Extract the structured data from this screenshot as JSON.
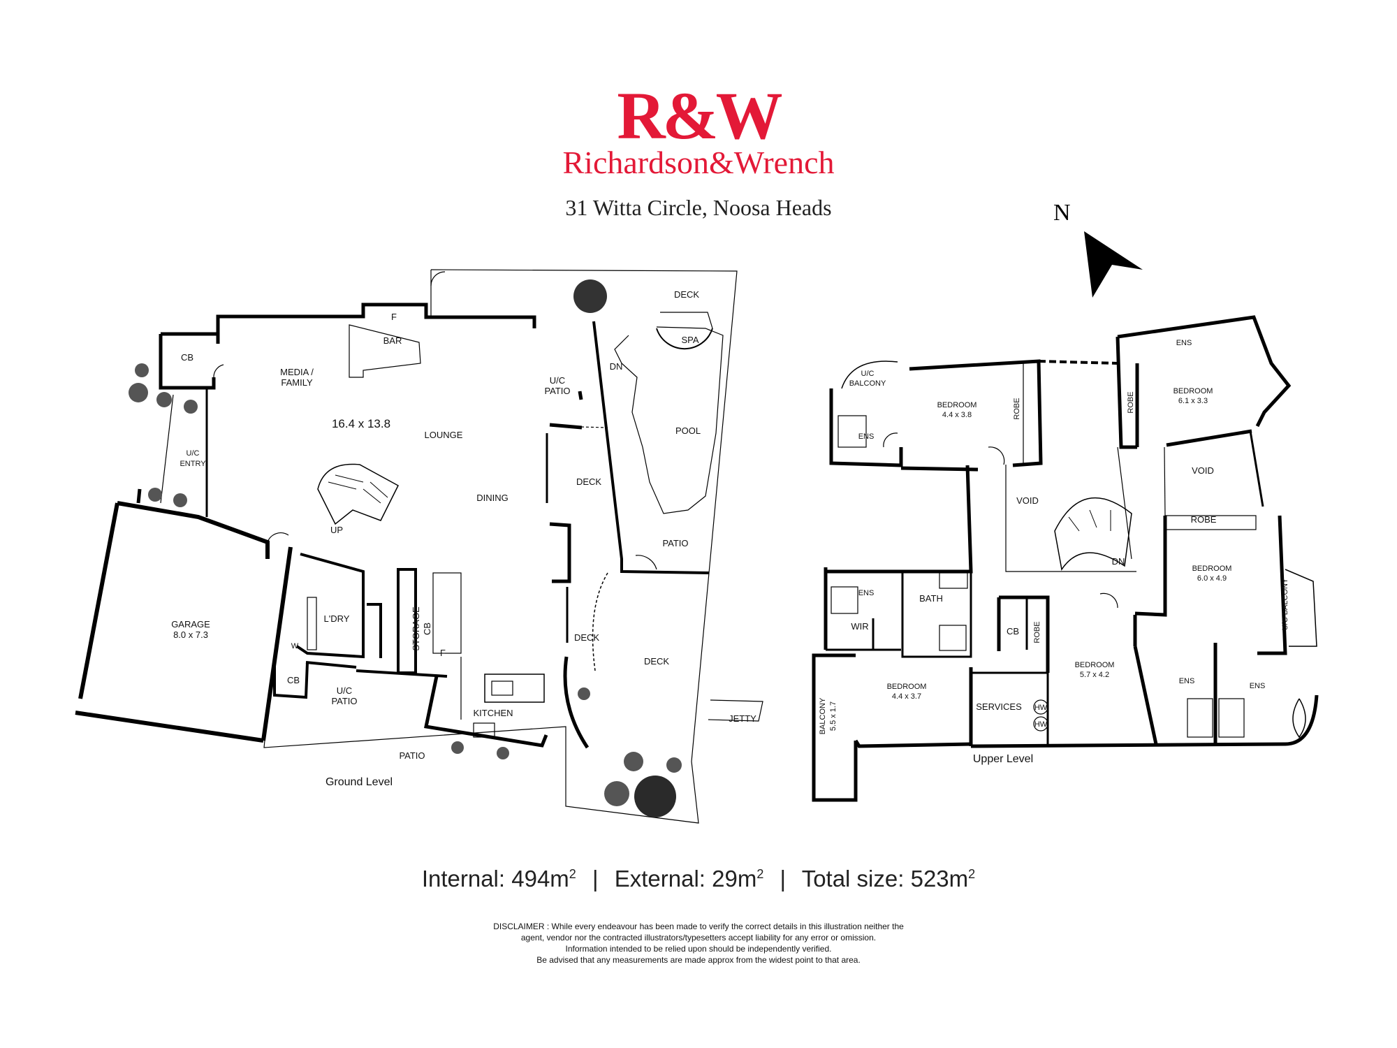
{
  "brand": {
    "logo_mark": "R&W",
    "name": "Richardson&Wrench",
    "color": "#e31937"
  },
  "address": "31 Witta Circle, Noosa Heads",
  "compass": {
    "label": "N",
    "icon": "north-arrow-icon"
  },
  "ground": {
    "caption": "Ground Level",
    "labels": {
      "cb1": "CB",
      "media": "MEDIA /",
      "family": "FAMILY",
      "f1": "F",
      "bar": "BAR",
      "dimension": "16.4 x 13.8",
      "lounge": "LOUNGE",
      "uc_patio_top_1": "U/C",
      "uc_patio_top_2": "PATIO",
      "deck_top": "DECK",
      "spa": "SPA",
      "dn": "DN",
      "pool": "POOL",
      "uc_entry_1": "U/C",
      "uc_entry_2": "ENTRY",
      "dining": "DINING",
      "deck_mid": "DECK",
      "up": "UP",
      "patio_right": "PATIO",
      "garage": "GARAGE",
      "garage_dim": "8.0 x 7.3",
      "ldry": "L'DRY",
      "w": "W",
      "storage": "STORAGE",
      "cb_storage": "CB",
      "f2": "F",
      "deck_small": "DECK",
      "deck_large": "DECK",
      "cb2": "CB",
      "uc_patio_bottom_1": "U/C",
      "uc_patio_bottom_2": "PATIO",
      "kitchen": "KITCHEN",
      "jetty": "JETTY",
      "patio_bottom": "PATIO"
    }
  },
  "upper": {
    "caption": "Upper Level",
    "labels": {
      "uc_balcony_1": "U/C",
      "uc_balcony_2": "BALCONY",
      "ens_nw": "ENS",
      "bed_nw": "BEDROOM",
      "bed_nw_dim": "4.4 x 3.8",
      "robe_nw": "ROBE",
      "ens_ne": "ENS",
      "robe_ne": "ROBE",
      "bed_ne": "BEDROOM",
      "bed_ne_dim": "6.1 x 3.3",
      "void_right": "VOID",
      "void_center": "VOID",
      "robe_mid": "ROBE",
      "bed_e": "BEDROOM",
      "bed_e_dim": "6.0 x 4.9",
      "uc_balcony_e": "U/C BALCONY",
      "dn": "DN",
      "ens_w": "ENS",
      "bath": "BATH",
      "wir": "WIR",
      "cb": "CB",
      "robe_s": "ROBE",
      "bed_s": "BEDROOM",
      "bed_s_dim": "5.7 x 4.2",
      "balcony": "BALCONY",
      "balcony_dim": "5.5 x 1.7",
      "bed_sw": "BEDROOM",
      "bed_sw_dim": "4.4 x 3.7",
      "services": "SERVICES",
      "hw1": "HW",
      "hw2": "HW",
      "ens_s1": "ENS",
      "ens_s2": "ENS"
    }
  },
  "sizes": {
    "internal_label": "Internal:",
    "internal_value": "494m",
    "external_label": "External:",
    "external_value": "29m",
    "total_label": "Total size:",
    "total_value": "523m",
    "superscript": "2",
    "separator": "|"
  },
  "disclaimer": [
    "DISCLAIMER : While every endeavour has been made to verify the correct details in this illustration neither the",
    "agent, vendor nor the contracted illustrators/typesetters accept liability for any error or omission.",
    "Information intended to be relied upon should be independently verified.",
    "Be advised that any measurements are made approx from the widest point to that area."
  ]
}
